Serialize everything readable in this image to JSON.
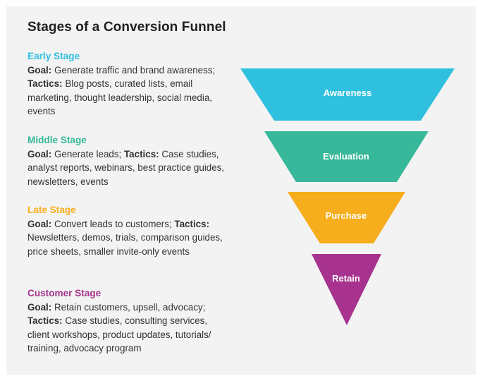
{
  "title": "Stages of a Conversion Funnel",
  "stages": [
    {
      "heading": "Early Stage",
      "color": "#2fc0df",
      "goal_label": "Goal:",
      "goal": "Generate traffic and brand awareness;",
      "tactics_label": "Tactics:",
      "tactics": "Blog posts, curated lists, email marketing, thought leadership, social media, events"
    },
    {
      "heading": "Middle Stage",
      "color": "#37b89a",
      "goal_label": "Goal:",
      "goal": "Generate leads;",
      "tactics_label": "Tactics:",
      "tactics": "Case studies, analyst reports, webinars, best practice guides, newsletters, events"
    },
    {
      "heading": "Late Stage",
      "color": "#f7ae1c",
      "goal_label": "Goal:",
      "goal": "Convert leads to customers;",
      "tactics_label": "Tactics:",
      "tactics": "Newsletters, demos, trials, comparison guides, price sheets, smaller invite-only events"
    },
    {
      "heading": "Customer Stage",
      "color": "#a7338e",
      "goal_label": "Goal:",
      "goal": "Retain customers, upsell, advocacy;",
      "tactics_label": "Tactics:",
      "tactics": "Case studies, consulting services, client workshops, product updates, tutorials/ training, advocacy program"
    }
  ],
  "funnel": [
    {
      "label": "Awareness",
      "color": "#2fc0df"
    },
    {
      "label": "Evaluation",
      "color": "#37b89a"
    },
    {
      "label": "Purchase",
      "color": "#f7ae1c"
    },
    {
      "label": "Retain",
      "color": "#a7338e"
    }
  ]
}
